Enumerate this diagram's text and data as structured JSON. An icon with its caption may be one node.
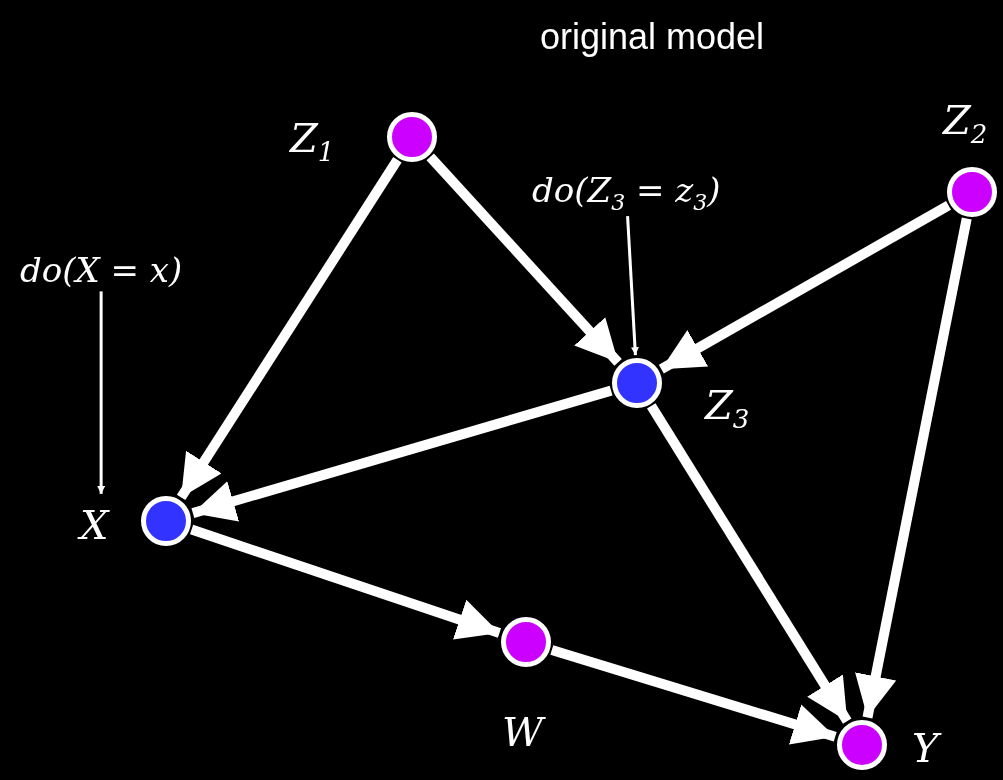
{
  "diagram": {
    "title": "original model",
    "nodes": [
      {
        "text": [
          "Z$_{1}$"
        ]
      },
      {
        "text": [
          "Z$_{2}$"
        ]
      },
      {
        "text": [
          "do(Z$_{3}$ = z$_{3}$)"
        ]
      },
      {
        "text": [
          "do(X = x)"
        ]
      },
      {
        "text": [
          "Z$_{3}$"
        ]
      },
      {
        "text": [
          "X"
        ]
      },
      {
        "text": [
          "W"
        ]
      },
      {
        "text": [
          "Y"
        ]
      }
    ],
    "edges": [
      {
        "from": 0,
        "to": 5,
        "arrow": "to"
      },
      {
        "from": 0,
        "to": 4,
        "arrow": "to"
      },
      {
        "from": 1,
        "to": 4,
        "arrow": "to"
      },
      {
        "from": 1,
        "to": 7,
        "arrow": "to"
      },
      {
        "from": 4,
        "to": 5,
        "arrow": "to"
      },
      {
        "from": 4,
        "to": 7,
        "arrow": "to"
      },
      {
        "from": 5,
        "to": 6,
        "arrow": "to"
      },
      {
        "from": 6,
        "to": 7,
        "arrow": "to"
      },
      {
        "from": 3,
        "to": 5,
        "arrow": "to"
      },
      {
        "from": 2,
        "to": 4,
        "arrow": "to"
      }
    ]
  }
}
